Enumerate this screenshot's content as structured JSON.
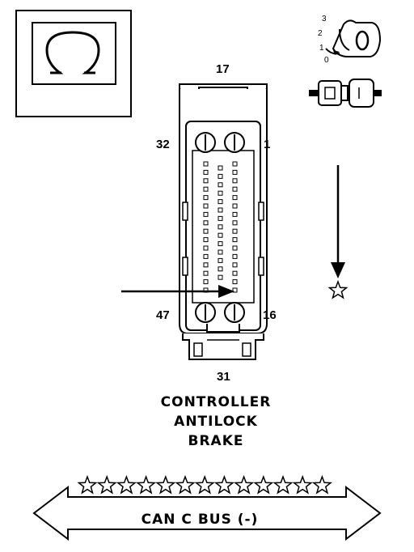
{
  "symbol": {
    "glyph": "Ω",
    "name": "ohm-icon"
  },
  "ignition_switch": {
    "positions": [
      "3",
      "2",
      "1",
      "0"
    ]
  },
  "connector": {
    "pin_top": "17",
    "pin_top_left": "32",
    "pin_top_right": "1",
    "pin_bottom_left": "47",
    "pin_bottom_right": "16",
    "pin_bottom": "31"
  },
  "component": {
    "line1": "CONTROLLER",
    "line2": "ANTILOCK",
    "line3": "BRAKE"
  },
  "bus": {
    "label": "CAN C BUS (-)"
  },
  "star_row_count": 13
}
